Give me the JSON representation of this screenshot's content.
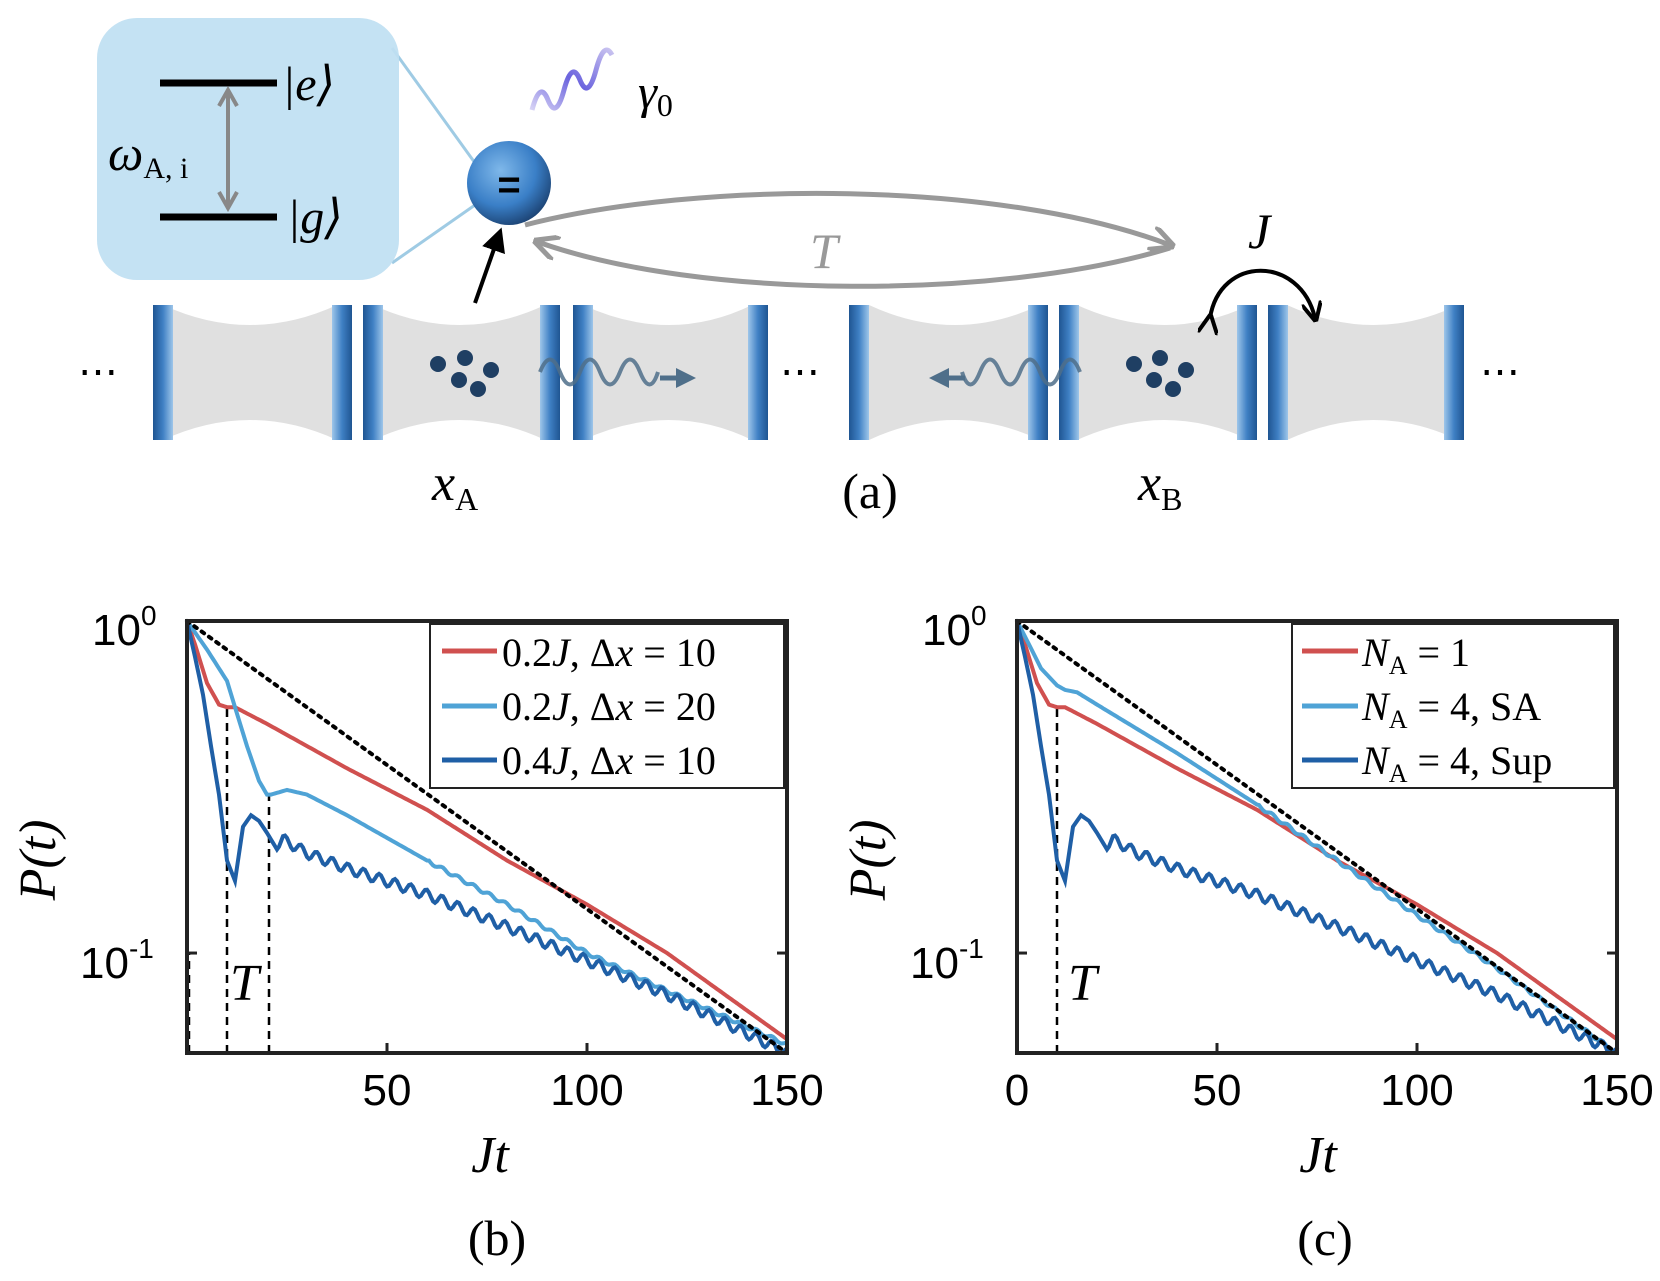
{
  "colors": {
    "red": "#d0504f",
    "light_blue": "#4fa3d6",
    "dark_blue": "#1f5fa6",
    "inset_bg": "#bfe0f2",
    "mirror": "#2f6fb3",
    "cavity": "#e2e2e2",
    "arrow_gray": "#999999"
  },
  "panel_a": {
    "label": "(a)",
    "level_e": "|e⟩",
    "level_g": "|g⟩",
    "omega_main": "ω",
    "omega_sub": "A, i",
    "gamma_main": "γ",
    "gamma_sub": "0",
    "T_label": "T",
    "J_label": "J",
    "xA_main": "x",
    "xA_sub": "A",
    "xB_main": "x",
    "xB_sub": "B",
    "ellipsis": "⋯",
    "atom_symbol": "="
  },
  "panel_b": {
    "label": "(b)",
    "ylabel": "P(t)",
    "xlabel": "Jt",
    "T_label": "T",
    "ytick_top_base": "10",
    "ytick_top_exp": "0",
    "ytick_bottom_base": "10",
    "ytick_bottom_exp": "-1",
    "xticks": [
      "50",
      "100",
      "150"
    ]
  },
  "panel_c": {
    "label": "(c)",
    "ylabel": "P(t)",
    "xlabel": "Jt",
    "T_label": "T",
    "ytick_top_base": "10",
    "ytick_top_exp": "0",
    "ytick_bottom_base": "10",
    "ytick_bottom_exp": "-1",
    "xticks": [
      "0",
      "50",
      "100",
      "150"
    ]
  },
  "chart_data": [
    {
      "type": "line",
      "panel": "(b)",
      "xlabel": "Jt",
      "ylabel": "P(t)",
      "yscale": "log",
      "xlim": [
        0,
        150
      ],
      "ylim": [
        0.05,
        1
      ],
      "legend_position": "top-right",
      "series": [
        {
          "name": "0.2J, Δx = 10",
          "color": "#d0504f",
          "x": [
            0,
            2,
            5,
            8,
            10,
            12,
            20,
            40,
            60,
            80,
            100,
            120,
            150
          ],
          "y": [
            1.0,
            0.85,
            0.65,
            0.56,
            0.55,
            0.55,
            0.49,
            0.36,
            0.27,
            0.19,
            0.14,
            0.1,
            0.055
          ]
        },
        {
          "name": "0.2J, Δx = 20",
          "color": "#4fa3d6",
          "x": [
            0,
            5,
            10,
            12,
            15,
            18,
            20,
            21,
            25,
            30,
            40,
            60,
            80,
            100,
            120,
            150
          ],
          "y": [
            1.0,
            0.82,
            0.66,
            0.55,
            0.42,
            0.33,
            0.3,
            0.3,
            0.31,
            0.3,
            0.26,
            0.19,
            0.14,
            0.1,
            0.077,
            0.053
          ]
        },
        {
          "name": "0.4J, Δx = 10",
          "color": "#1f5fa6",
          "x": [
            0,
            2,
            4,
            6,
            8,
            10,
            12,
            14,
            16,
            18,
            20,
            22,
            24,
            30,
            40,
            60,
            80,
            100,
            120,
            150
          ],
          "y": [
            1.0,
            0.78,
            0.6,
            0.42,
            0.3,
            0.19,
            0.165,
            0.24,
            0.26,
            0.25,
            0.23,
            0.21,
            0.22,
            0.2,
            0.18,
            0.15,
            0.12,
            0.095,
            0.075,
            0.05
          ]
        },
        {
          "name": "",
          "color": "#000000",
          "style": "dotted",
          "x": [
            0,
            150
          ],
          "y": [
            1.0,
            0.05
          ]
        }
      ],
      "annotations": [
        {
          "text": "T"
        }
      ]
    },
    {
      "type": "line",
      "panel": "(c)",
      "xlabel": "Jt",
      "ylabel": "P(t)",
      "yscale": "log",
      "xlim": [
        0,
        150
      ],
      "ylim": [
        0.05,
        1
      ],
      "legend_position": "top-right",
      "series": [
        {
          "name": "N_A = 1",
          "color": "#d0504f",
          "x": [
            0,
            2,
            5,
            8,
            10,
            12,
            20,
            40,
            60,
            80,
            100,
            120,
            150
          ],
          "y": [
            1.0,
            0.85,
            0.65,
            0.56,
            0.55,
            0.55,
            0.49,
            0.36,
            0.27,
            0.19,
            0.14,
            0.1,
            0.055
          ]
        },
        {
          "name": "N_A = 4, SA",
          "color": "#4fa3d6",
          "x": [
            0,
            3,
            6,
            10,
            12,
            15,
            20,
            40,
            60,
            80,
            100,
            120,
            150
          ],
          "y": [
            1.0,
            0.85,
            0.72,
            0.64,
            0.62,
            0.61,
            0.56,
            0.4,
            0.28,
            0.19,
            0.13,
            0.09,
            0.05
          ]
        },
        {
          "name": "N_A = 4, Sup",
          "color": "#1f5fa6",
          "x": [
            0,
            2,
            4,
            6,
            8,
            10,
            12,
            14,
            16,
            18,
            20,
            22,
            24,
            30,
            40,
            60,
            80,
            100,
            120,
            150
          ],
          "y": [
            1.0,
            0.78,
            0.6,
            0.42,
            0.3,
            0.19,
            0.165,
            0.24,
            0.26,
            0.25,
            0.23,
            0.21,
            0.22,
            0.2,
            0.18,
            0.15,
            0.12,
            0.095,
            0.075,
            0.05
          ]
        },
        {
          "name": "",
          "color": "#000000",
          "style": "dotted",
          "x": [
            0,
            150
          ],
          "y": [
            1.0,
            0.05
          ]
        }
      ],
      "annotations": [
        {
          "text": "T"
        }
      ]
    }
  ]
}
